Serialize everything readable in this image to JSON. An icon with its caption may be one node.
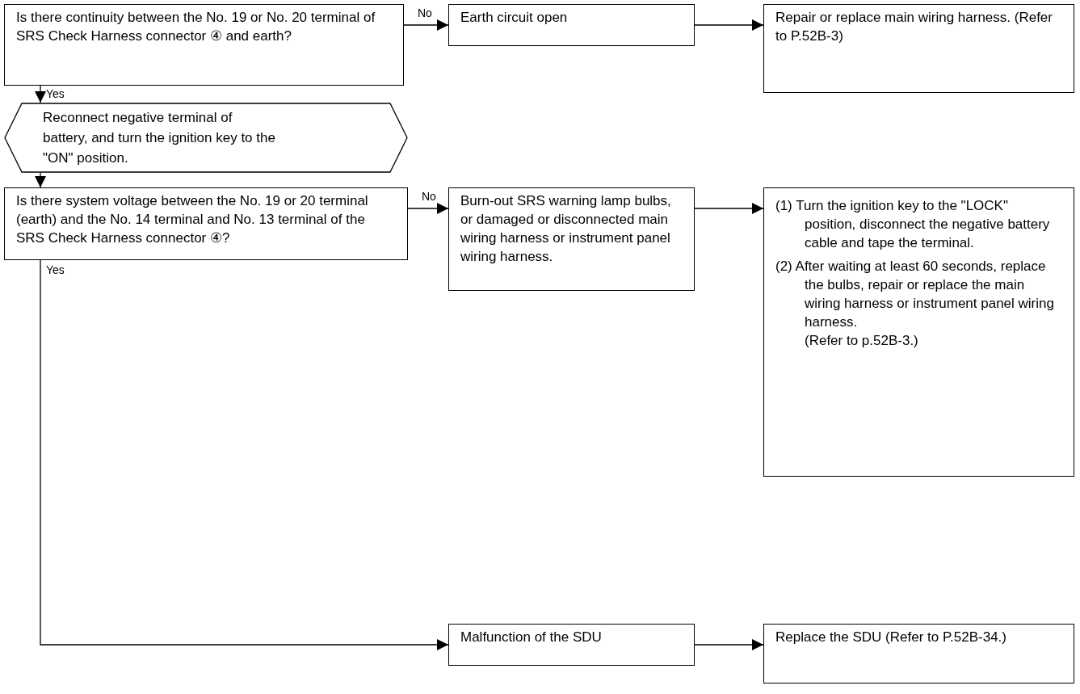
{
  "diagram": {
    "nodes": [
      {
        "text": [
          "Is there continuity between the No. 19 or No. 20 terminal of SRS Check Harness connector ④ and earth?"
        ]
      },
      {
        "text": [
          "Earth circuit open"
        ]
      },
      {
        "text": [
          "Repair or replace main wiring harness. (Refer to P.52B-3)"
        ]
      },
      {
        "text": [
          "Reconnect negative terminal of battery, and turn the ignition key to the \"ON\" position."
        ]
      },
      {
        "text": [
          "Is there system voltage between the No. 19 or 20 terminal (earth) and the No. 14 terminal and No. 13 terminal of the SRS Check Harness connector ④?"
        ]
      },
      {
        "text": [
          "Burn-out SRS warning lamp bulbs, or damaged or disconnected main wiring harness or instrument panel wiring harness."
        ]
      },
      {
        "text": [
          "(1) Turn the ignition key to the \"LOCK\" position, disconnect the negative battery cable and tape the terminal.",
          "(2) After waiting at least 60 seconds, replace the bulbs, repair or replace the main wiring harness or instrument panel wiring harness.",
          "(Refer to p.52B-3.)"
        ]
      },
      {
        "text": [
          "Malfunction of the SDU"
        ]
      },
      {
        "text": [
          "Replace the SDU (Refer to P.52B-34.)"
        ]
      }
    ],
    "edges": [
      {
        "from": 0,
        "to": 1,
        "arrow": "to",
        "label": "No"
      },
      {
        "from": 1,
        "to": 2,
        "arrow": "to"
      },
      {
        "from": 0,
        "to": 3,
        "arrow": "to",
        "label": "Yes"
      },
      {
        "from": 3,
        "to": 4,
        "arrow": "to"
      },
      {
        "from": 4,
        "to": 5,
        "arrow": "to",
        "label": "No"
      },
      {
        "from": 5,
        "to": 6,
        "arrow": "to"
      },
      {
        "from": 4,
        "to": 7,
        "arrow": "to",
        "label": "Yes"
      },
      {
        "from": 7,
        "to": 8,
        "arrow": "to"
      }
    ]
  }
}
